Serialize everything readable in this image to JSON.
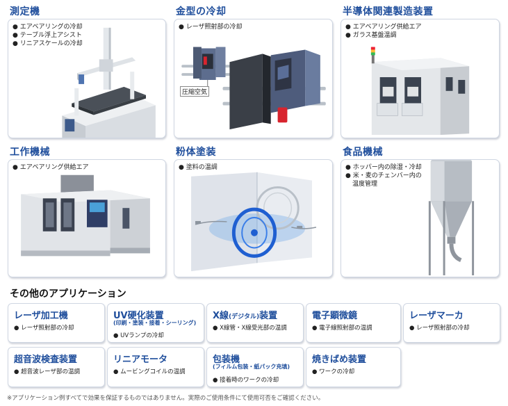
{
  "cards": [
    {
      "title": "測定機",
      "bullets": [
        "エアベアリングの冷却",
        "テーブル浮上アシスト",
        "リニアスケールの冷却"
      ]
    },
    {
      "title": "金型の冷却",
      "bullets": [
        "レーザ照射部の冷却"
      ],
      "callout": "圧縮空気"
    },
    {
      "title": "半導体関連製造装置",
      "bullets": [
        "エアベアリング供給エア",
        "ガラス基盤温調"
      ]
    },
    {
      "title": "工作機械",
      "bullets": [
        "エアベアリング供給エア"
      ]
    },
    {
      "title": "粉体塗装",
      "bullets": [
        "塗料の温調"
      ]
    },
    {
      "title": "食品機械",
      "bullets": [
        "ホッパー内の除湿・冷却",
        "米・麦のチェンバー内の"
      ],
      "bullet_cont": "温度管理"
    }
  ],
  "other_title": "その他のアプリケーション",
  "apps": [
    {
      "title": "レーザ加工機",
      "bullet": "レーザ照射部の冷却"
    },
    {
      "title": "UV硬化装置",
      "sub": "(印刷・塗装・接着・シーリング)",
      "bullet": "UVランプの冷却"
    },
    {
      "title": "X線",
      "title_small": "(デジタル)",
      "title_tail": "装置",
      "bullet": "X線管・X線受光部の温調"
    },
    {
      "title": "電子顕微鏡",
      "bullet": "電子線照射部の温調"
    },
    {
      "title": "レーザマーカ",
      "bullet": "レーザ照射部の冷却"
    },
    {
      "title": "超音波検査装置",
      "bullet": "超音波レーザ部の温調"
    },
    {
      "title": "リニアモータ",
      "bullet": "ムービングコイルの温調"
    },
    {
      "title": "包装機",
      "sub": "(フィルム包装・紙パック充填)",
      "bullet": "接着時のワークの冷却"
    },
    {
      "title": "焼きばめ装置",
      "bullet": "ワークの冷却"
    }
  ],
  "footnote": "※アプリケーション例すべてで効果を保証するものではありません。実際のご使用条件にて使用可否をご確認ください。",
  "colors": {
    "accent": "#1f4e9c",
    "border": "#cfd6e2"
  }
}
